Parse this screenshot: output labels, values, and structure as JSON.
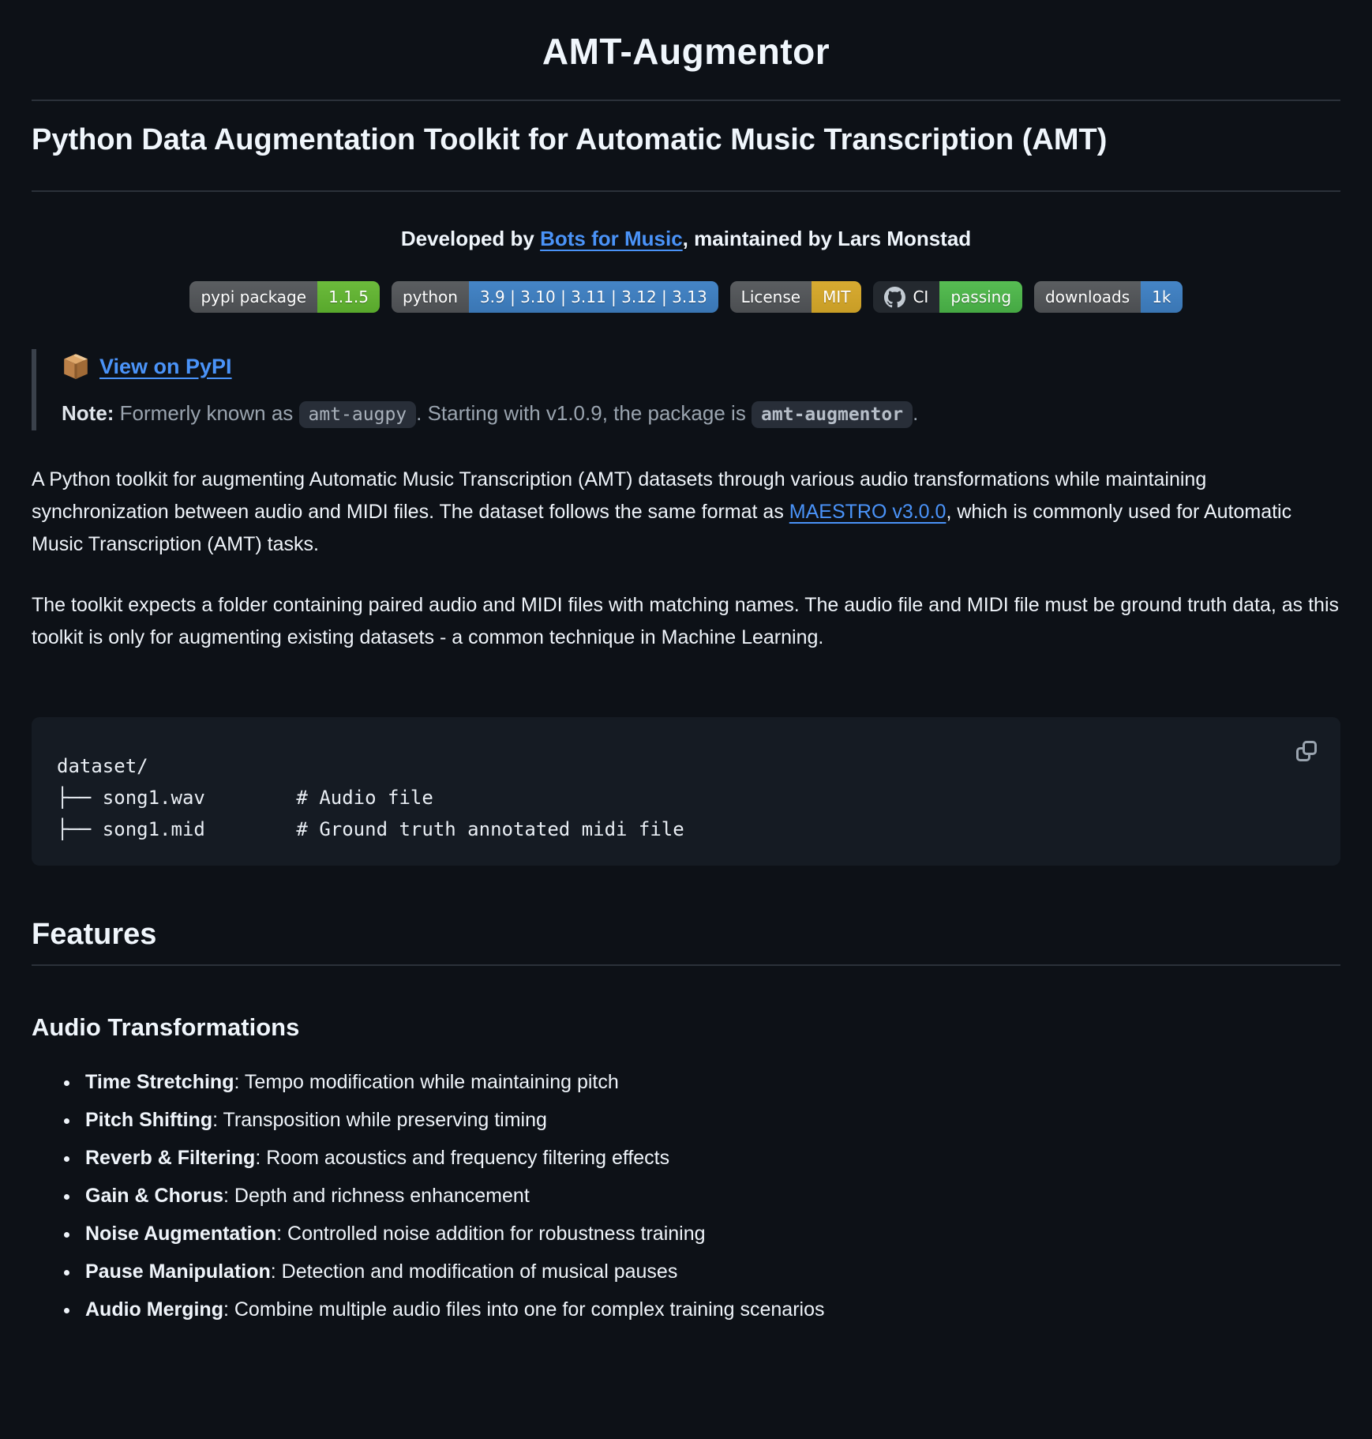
{
  "header": {
    "title": "AMT-Augmentor",
    "tagline": "Python Data Augmentation Toolkit for Automatic Music Transcription (AMT)"
  },
  "byline": {
    "prefix": "Developed by ",
    "link_label": "Bots for Music",
    "suffix": ", maintained by Lars Monstad"
  },
  "badges": [
    {
      "label": "pypi package",
      "value": "1.1.5",
      "label_color": "#515457",
      "value_color": "#5fb032"
    },
    {
      "label": "python",
      "value": "3.9 | 3.10 | 3.11 | 3.12 | 3.13",
      "label_color": "#515457",
      "value_color": "#3f7ec0"
    },
    {
      "label": "License",
      "value": "MIT",
      "label_color": "#515457",
      "value_color": "#d2a42c"
    },
    {
      "label": "CI",
      "value": "passing",
      "label_color": "#24292f",
      "value_color": "#4cb24a",
      "icon": "github-icon"
    },
    {
      "label": "downloads",
      "value": "1k",
      "label_color": "#515457",
      "value_color": "#4382c8"
    }
  ],
  "callout": {
    "icon": "package-icon",
    "link_label": "View on PyPI",
    "note_label": "Note:",
    "note_before": " Formerly known as ",
    "note_code1": "amt-augpy",
    "note_middle": ". Starting with v1.0.9, the package is ",
    "note_code2": "amt-augmentor",
    "note_after": "."
  },
  "paragraphs": {
    "p1_before": "A Python toolkit for augmenting Automatic Music Transcription (AMT) datasets through various audio transformations while maintaining synchronization between audio and MIDI files. The dataset follows the same format as ",
    "p1_link": "MAESTRO v3.0.0",
    "p1_after": ", which is commonly used for Automatic Music Transcription (AMT) tasks.",
    "p2": "The toolkit expects a folder containing paired audio and MIDI files with matching names. The audio file and MIDI file must be ground truth data, as this toolkit is only for augmenting existing datasets - a common technique in Machine Learning."
  },
  "code_block": {
    "lines": [
      "dataset/",
      "├── song1.wav        # Audio file",
      "├── song1.mid        # Ground truth annotated midi file"
    ]
  },
  "sections": {
    "features": "Features",
    "audio_transformations": "Audio Transformations"
  },
  "features": [
    {
      "name": "Time Stretching",
      "desc": ": Tempo modification while maintaining pitch"
    },
    {
      "name": "Pitch Shifting",
      "desc": ": Transposition while preserving timing"
    },
    {
      "name": "Reverb & Filtering",
      "desc": ": Room acoustics and frequency filtering effects"
    },
    {
      "name": "Gain & Chorus",
      "desc": ": Depth and richness enhancement"
    },
    {
      "name": "Noise Augmentation",
      "desc": ": Controlled noise addition for robustness training"
    },
    {
      "name": "Pause Manipulation",
      "desc": ": Detection and modification of musical pauses"
    },
    {
      "name": "Audio Merging",
      "desc": ": Combine multiple audio files into one for complex training scenarios"
    }
  ],
  "colors": {
    "page_background": "#0d1117",
    "text": "#f0f6fc",
    "muted_text": "#9aa4af",
    "link": "#4a93f8",
    "rule": "#2b313a",
    "blockquote_border": "#3a414b",
    "code_block_background": "#151b23",
    "inline_code_background": "#282e38"
  }
}
